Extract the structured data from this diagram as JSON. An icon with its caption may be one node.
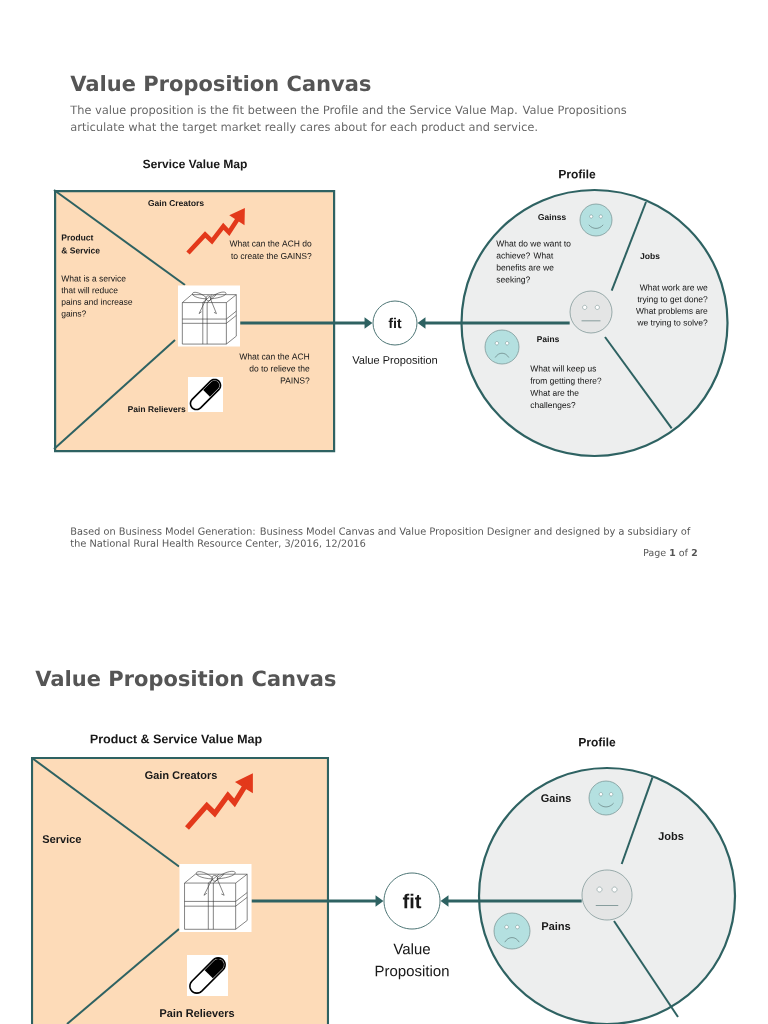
{
  "diagram": {
    "title": "Value Proposition Canvas",
    "nodes": [
      {
        "text": [
          "Service Value Map",
          "Gain Creators",
          "Product & Service",
          "What is a service that will reduce pains and increase gains?",
          "What can the ACH do to create the GAINS?",
          "What can the ACH do to relieve the PAINS?",
          "Pain Relievers"
        ]
      },
      {
        "text": [],
        "shape": "picture",
        "in": 0
      },
      {
        "text": [
          "fit"
        ],
        "beside": [
          "Value Proposition"
        ]
      },
      {
        "text": [
          "Profile",
          "Gainss",
          "What do we want to achieve? What benefits are we seeking?",
          "Jobs",
          "What work are we trying to get done? What problems are we trying to solve?",
          "Pains",
          "What will keep us from getting there? What are the challenges?"
        ]
      },
      {
        "text": [],
        "shape": "picture",
        "in": 3
      },
      {
        "text": [
          "Product & Service Value Map",
          "Gain Creators",
          "Service",
          "Pain Relievers"
        ]
      },
      {
        "text": [],
        "shape": "picture",
        "in": 5
      },
      {
        "text": [
          "fit"
        ],
        "beside": [
          "Value Proposition"
        ]
      },
      {
        "text": [
          "Profile",
          "Gains",
          "Jobs",
          "Pains"
        ]
      },
      {
        "text": [],
        "shape": "picture",
        "in": 8
      }
    ],
    "edges": [
      {
        "from": 1,
        "to": 2,
        "arrow": "to"
      },
      {
        "from": 4,
        "to": 2,
        "arrow": "to"
      },
      {
        "from": 6,
        "to": 7,
        "arrow": "to"
      },
      {
        "from": 9,
        "to": 7,
        "arrow": "to"
      }
    ],
    "labels": [
      "The value proposition is the fit between the Profile and the Service Value Map. Value Propositions articulate what the target market really cares about for each product and service.",
      "Based on Business Model Generation: Business Model Canvas and Value Proposition Designer and designed by a subsidiary of the National Rural Health Resource Center, 3/2016, 12/2016",
      "Page **1** of **2**",
      "Value Proposition Canvas"
    ]
  }
}
